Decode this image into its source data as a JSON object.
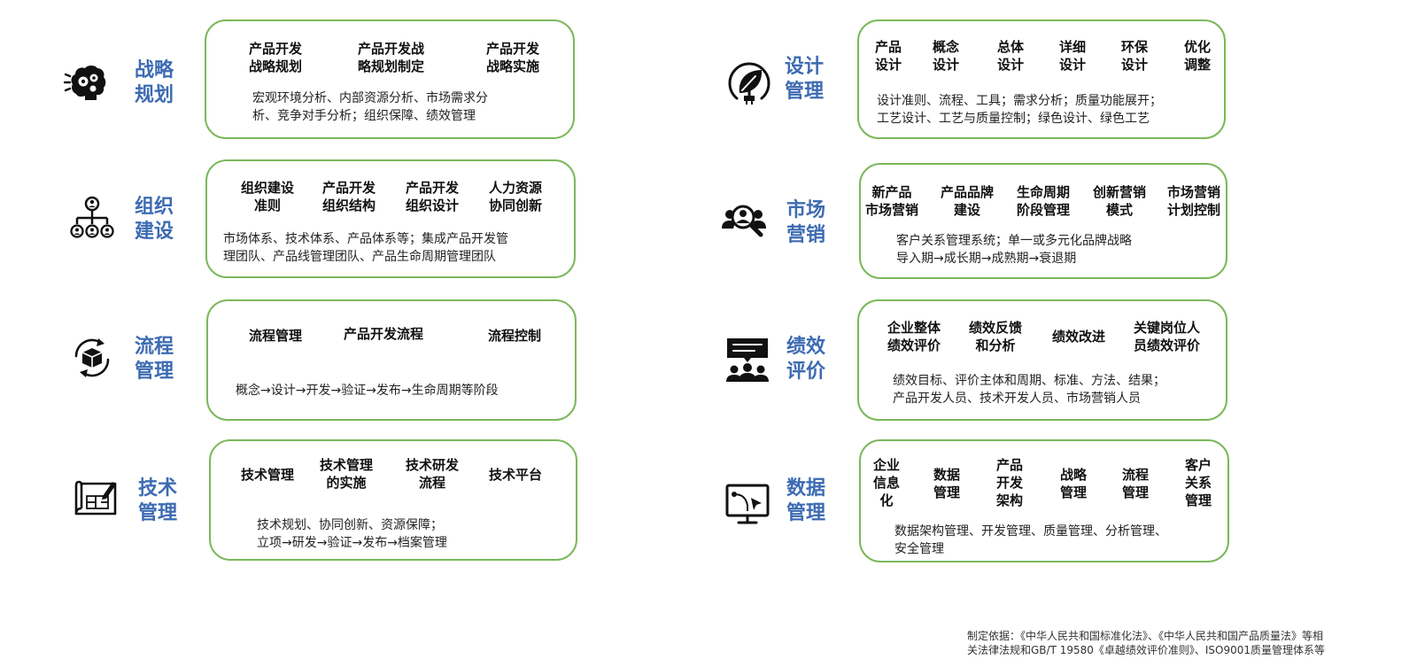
{
  "colors": {
    "label_blue": "#3d6bb2",
    "box_border_green": "#7ab85a"
  },
  "categories": [
    {
      "id": "strategy",
      "icon": "brain-gear-icon",
      "label": "战略\n规划",
      "items": [
        "产品开发\n战略规划",
        "产品开发战\n略规划制定",
        "产品开发\n战略实施"
      ],
      "description": "宏观环境分析、内部资源分析、市场需求分\n析、竞争对手分析；组织保障、绩效管理"
    },
    {
      "id": "organization",
      "icon": "org-chart-icon",
      "label": "组织\n建设",
      "items": [
        "组织建设\n准则",
        "产品开发\n组织结构",
        "产品开发\n组织设计",
        "人力资源\n协同创新"
      ],
      "description": "市场体系、技术体系、产品体系等；集成产品开发管\n理团队、产品线管理团队、产品生命周期管理团队"
    },
    {
      "id": "process",
      "icon": "cycle-box-icon",
      "label": "流程\n管理",
      "items": [
        "流程管理",
        "产品开发流程",
        "流程控制"
      ],
      "description": "概念→设计→开发→验证→发布→生命周期等阶段"
    },
    {
      "id": "technology",
      "icon": "blueprint-pen-icon",
      "label": "技术\n管理",
      "items": [
        "技术管理",
        "技术管理\n的实施",
        "技术研发\n流程",
        "技术平台"
      ],
      "description": "技术规划、协同创新、资源保障；\n立项→研发→验证→发布→档案管理"
    },
    {
      "id": "design",
      "icon": "leaf-plug-icon",
      "label": "设计\n管理",
      "items": [
        "产品\n设计",
        "概念\n设计",
        "总体\n设计",
        "详细\n设计",
        "环保\n设计",
        "优化\n调整"
      ],
      "description": "设计准则、流程、工具；需求分析；质量功能展开；\n工艺设计、工艺与质量控制；绿色设计、绿色工艺"
    },
    {
      "id": "marketing",
      "icon": "people-search-icon",
      "label": "市场\n营销",
      "items": [
        "新产品\n市场营销",
        "产品品牌\n建设",
        "生命周期\n阶段管理",
        "创新营销\n模式",
        "市场营销\n计划控制"
      ],
      "description": "客户关系管理系统；单一或多元化品牌战略\n导入期→成长期→成熟期→衰退期"
    },
    {
      "id": "performance",
      "icon": "team-presentation-icon",
      "label": "绩效\n评价",
      "items": [
        "企业整体\n绩效评价",
        "绩效反馈\n和分析",
        "绩效改进",
        "关键岗位人\n员绩效评价"
      ],
      "description": "绩效目标、评价主体和周期、标准、方法、结果；\n产品开发人员、技术开发人员、市场营销人员"
    },
    {
      "id": "data",
      "icon": "monitor-cursor-icon",
      "label": "数据\n管理",
      "items": [
        "企业\n信息\n化",
        "数据\n管理",
        "产品\n开发\n架构",
        "战略\n管理",
        "流程\n管理",
        "客户\n关系\n管理"
      ],
      "description": "数据架构管理、开发管理、质量管理、分析管理、\n安全管理"
    }
  ],
  "footnote": "制定依据：《中华人民共和国标准化法》、《中华人民共和国产品质量法》等相\n关法律法规和GB/T 19580《卓越绩效评价准则》、ISO9001质量管理体系等"
}
